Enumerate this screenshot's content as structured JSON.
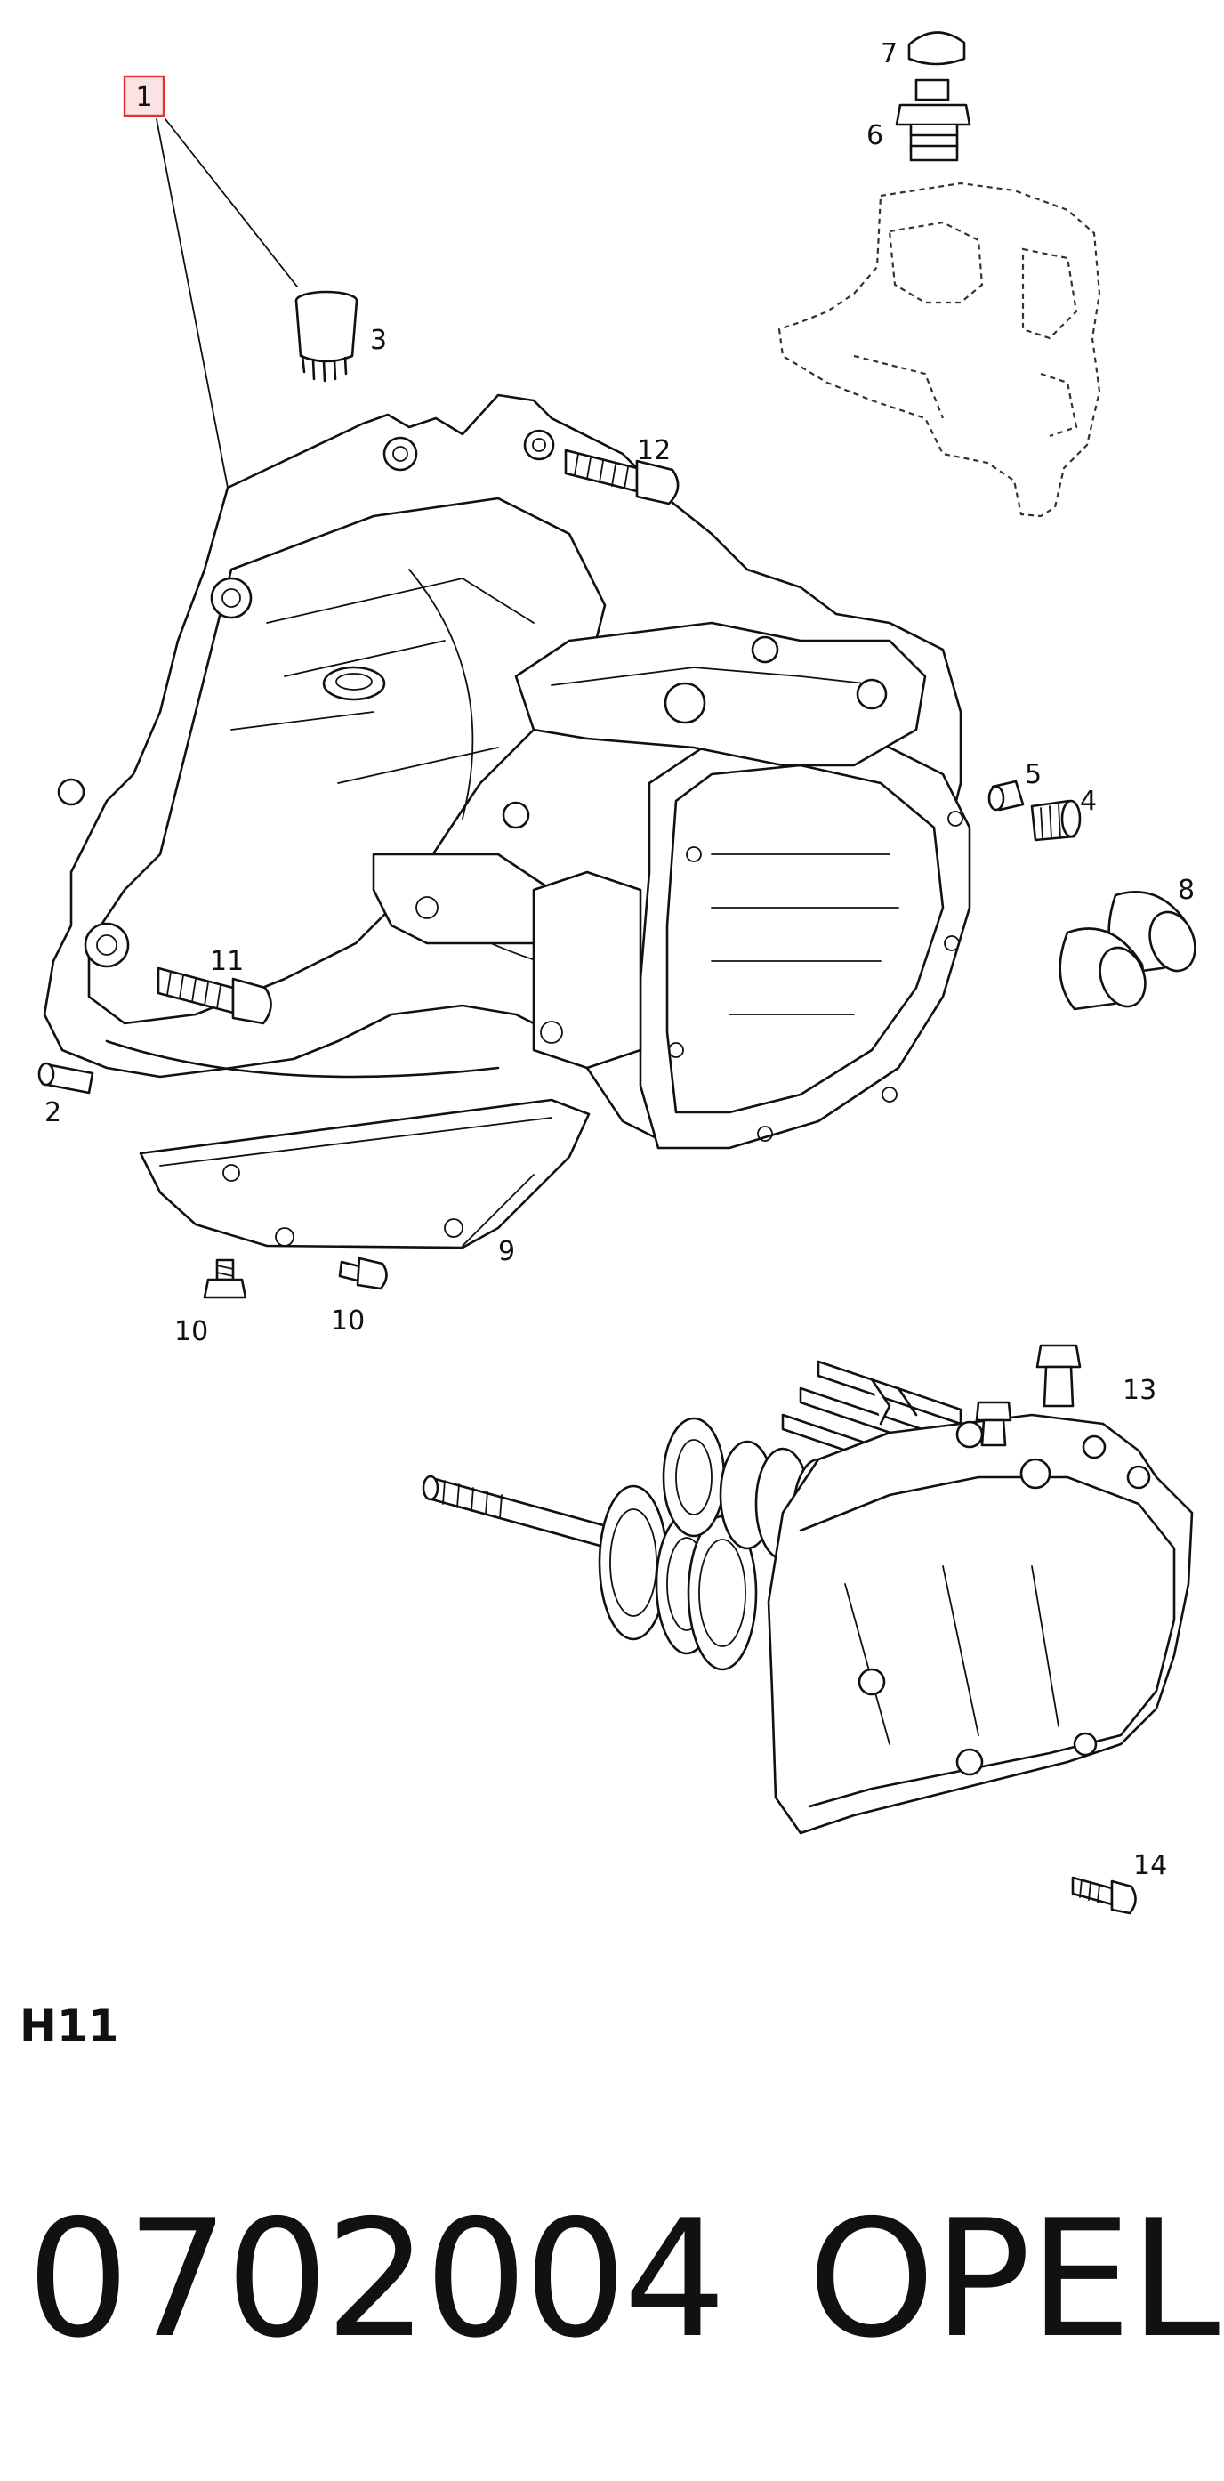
{
  "callouts": {
    "c1": "1",
    "c2": "2",
    "c3": "3",
    "c4": "4",
    "c5": "5",
    "c6": "6",
    "c7": "7",
    "c8": "8",
    "c9": "9",
    "c10a": "10",
    "c10b": "10",
    "c11": "11",
    "c12": "12",
    "c13": "13",
    "c14": "14"
  },
  "highlight_color": "#e0303a",
  "section_code": "H11",
  "part_number": "0702004",
  "brand": "OPEL"
}
